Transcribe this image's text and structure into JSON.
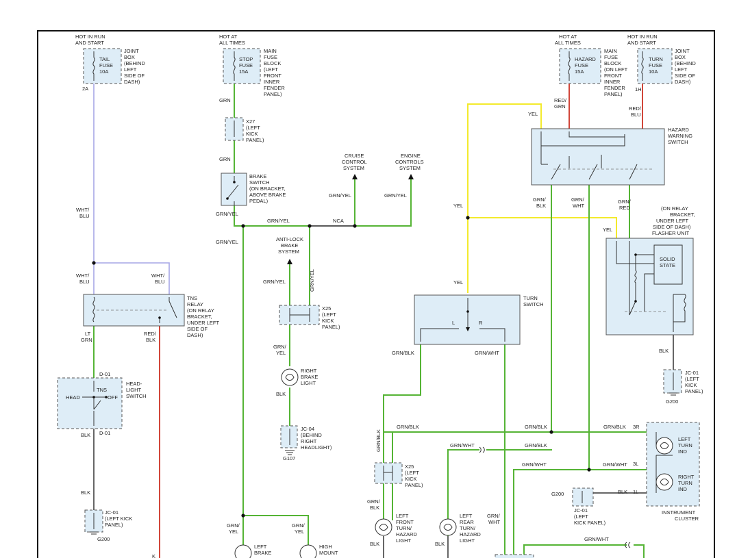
{
  "colors": {
    "green": "#55b435",
    "lavender": "#a6a6e6",
    "red": "#d1463a",
    "yellow": "#f3ea2c",
    "black": "#222222",
    "gray": "#777777"
  },
  "tail_fuse": {
    "hot": [
      "HOT IN RUN",
      "AND START"
    ],
    "name": [
      "TAIL",
      "FUSE",
      "10A"
    ],
    "desc": [
      "JOINT",
      "BOX",
      "(BEHIND",
      "LEFT",
      "SIDE OF",
      "DASH)"
    ],
    "pin": "2A"
  },
  "stop_fuse": {
    "hot": [
      "HOT AT",
      "ALL TIMES"
    ],
    "name": [
      "STOP",
      "FUSE",
      "15A"
    ],
    "desc": [
      "MAIN",
      "FUSE",
      "BLOCK",
      "(LEFT",
      "FRONT",
      "INNER",
      "FENDER",
      "PANEL)"
    ]
  },
  "hazard_fuse": {
    "hot": [
      "HOT AT",
      "ALL TIMES"
    ],
    "name": [
      "HAZARD",
      "FUSE",
      "15A"
    ],
    "desc": [
      "MAIN",
      "FUSE",
      "BLOCK",
      "(ON LEFT",
      "FRONT",
      "INNER",
      "FENDER",
      "PANEL)"
    ]
  },
  "turn_fuse": {
    "hot": [
      "HOT IN RUN",
      "AND START"
    ],
    "name": [
      "TURN",
      "FUSE",
      "10A"
    ],
    "desc": [
      "JOINT",
      "BOX",
      "(BEHIND",
      "LEFT",
      "SIDE OF",
      "DASH)"
    ],
    "pin": "1H"
  },
  "x27": {
    "desc": [
      "X27",
      "(LEFT",
      "KICK",
      "PANEL)"
    ]
  },
  "brake_switch": {
    "desc": [
      "BRAKE",
      "SWITCH",
      "(ON BRACKET,",
      "ABOVE BRAKE",
      "PEDAL)"
    ]
  },
  "cruise": {
    "desc": [
      "CRUISE",
      "CONTROL",
      "SYSTEM"
    ]
  },
  "engine": {
    "desc": [
      "ENGINE",
      "CONTROLS",
      "SYSTEM"
    ]
  },
  "abs": {
    "desc": [
      "ANTI-LOCK",
      "BRAKE",
      "SYSTEM"
    ]
  },
  "hazard_switch": {
    "desc": [
      "HAZARD",
      "WARNING",
      "SWITCH"
    ]
  },
  "flasher": {
    "desc": [
      "(ON RELAY",
      "BRACKET,",
      "UNDER LEFT",
      "SIDE OF DASH)",
      "FLASHER UNIT"
    ],
    "solid": [
      "SOLID",
      "STATE"
    ]
  },
  "tns_relay": {
    "desc": [
      "TNS",
      "RELAY",
      "(ON RELAY",
      "BRACKET,",
      "UNDER LEFT",
      "SIDE OF",
      "DASH)"
    ]
  },
  "turn_switch": {
    "desc": [
      "TURN",
      "SWITCH"
    ],
    "l": "L",
    "r": "R"
  },
  "x25a": {
    "desc": [
      "X25",
      "(LEFT",
      "KICK",
      "PANEL)"
    ]
  },
  "x25b": {
    "desc": [
      "X25",
      "(LEFT",
      "KICK",
      "PANEL)"
    ]
  },
  "right_brake": {
    "desc": [
      "RIGHT",
      "BRAKE",
      "LIGHT"
    ]
  },
  "jc04": {
    "desc": [
      "JC-04",
      "(BEHIND",
      "RIGHT",
      "HEADLIGHT)"
    ],
    "ground": "G107"
  },
  "headlight_switch": {
    "desc": [
      "HEAD-",
      "LIGHT",
      "SWITCH"
    ],
    "tns": "TNS",
    "head": "HEAD",
    "off": "OFF",
    "d01top": "D-01",
    "d01bot": "D-01"
  },
  "jc01_left": {
    "desc": [
      "JC-01",
      "(LEFT KICK",
      "PANEL)"
    ],
    "ground": "G200"
  },
  "jc01_right": {
    "desc": [
      "JC-01",
      "(LEFT",
      "KICK",
      "PANEL)"
    ],
    "ground": "G200"
  },
  "jc01_cluster": {
    "desc": [
      "JC-01",
      "(LEFT",
      "KICK PANEL)"
    ],
    "ground": "G200"
  },
  "cluster": {
    "desc": [
      "INSTRUMENT",
      "CLUSTER"
    ],
    "left": [
      "LEFT",
      "TURN",
      "IND"
    ],
    "right": [
      "RIGHT",
      "TURN",
      "IND"
    ],
    "pin3r": "3R",
    "pin3l": "3L",
    "pin1l": "1L"
  },
  "lf_light": {
    "desc": [
      "LEFT",
      "FRONT",
      "TURN/",
      "HAZARD",
      "LIGHT"
    ]
  },
  "lr_light": {
    "desc": [
      "LEFT",
      "REAR",
      "TURN/",
      "HAZARD",
      "LIGHT"
    ]
  },
  "left_brake": {
    "desc": [
      "LEFT",
      "BRAKE"
    ]
  },
  "high_mount": {
    "desc": [
      "HIGH",
      "MOUNT"
    ]
  },
  "wires": {
    "wht_blu": [
      "WHT/",
      "BLU"
    ],
    "wht_blu2": [
      "WHT/",
      "BLU"
    ],
    "wht_blu3": [
      "WHT/",
      "BLU"
    ],
    "lt_grn": [
      "LT",
      "GRN"
    ],
    "red_blk": [
      "RED/",
      "BLK"
    ],
    "blk": "BLK",
    "blk2": "BLK",
    "k": "K",
    "grn1": "GRN",
    "grn2": "GRN",
    "grn_yel": "GRN/YEL",
    "grn_yel2": "GRN/YEL",
    "grn_yel3": "GRN/YEL",
    "grn_yel4": "GRN/YEL",
    "grn_yel5": "GRN/YEL",
    "grn_yel6": "GRN/YEL",
    "grn_yel_v": "GRN/YEL",
    "nca": "NCA",
    "grn_yel_s": [
      "GRN/",
      "YEL"
    ],
    "blk3": "BLK",
    "grn_yel_lb": [
      "GRN/",
      "YEL"
    ],
    "grn_yel_hm": [
      "GRN/",
      "YEL"
    ],
    "yel1": "YEL",
    "yel2": "YEL",
    "yel3": "YEL",
    "yel4": "YEL",
    "red_grn": [
      "RED/",
      "GRN"
    ],
    "red_blu": [
      "RED/",
      "BLU"
    ],
    "grn_blk_h": [
      "GRN/",
      "BLK"
    ],
    "grn_wht_h": [
      "GRN/",
      "WHT"
    ],
    "grn_red": [
      "GRN/",
      "RED"
    ],
    "grn_blk_t": "GRN/BLK",
    "grn_wht_t": "GRN/WHT",
    "blk_fl": "BLK",
    "grn_blk_a": "GRN/BLK",
    "grn_blk_b": "GRN/BLK",
    "grn_blk_c": "GRN/BLK",
    "grn_blk_d": "GRN/BLK",
    "grn_blk_v": "GRN/BLK",
    "grn_wht_a": "GRN/WHT",
    "grn_wht_b": "GRN/WHT",
    "grn_wht_c": "GRN/WHT",
    "grn_wht_d": "GRN/WHT",
    "grn_blk_x": [
      "GRN/",
      "BLK"
    ],
    "blk_lf": "BLK",
    "blk_lr": "BLK",
    "grn_wht_v": [
      "GRN/",
      "WHT"
    ],
    "blk_1l": "BLK"
  }
}
